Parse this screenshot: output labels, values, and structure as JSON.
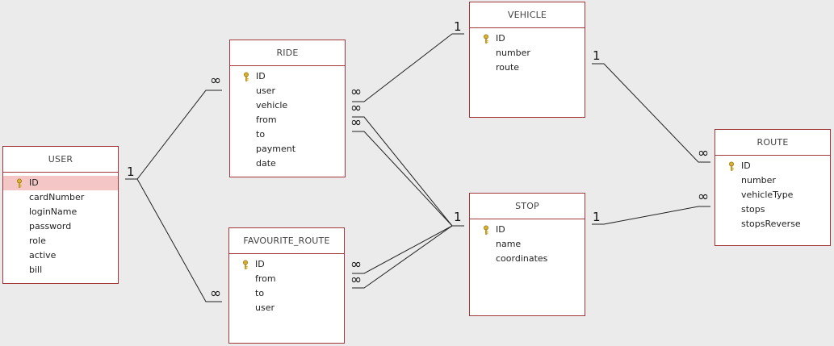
{
  "tables": {
    "user": {
      "title": "USER",
      "pk": "ID",
      "fields": [
        "cardNumber",
        "loginName",
        "password",
        "role",
        "active",
        "bill"
      ]
    },
    "ride": {
      "title": "RIDE",
      "pk": "ID",
      "fields": [
        "user",
        "vehicle",
        "from",
        "to",
        "payment",
        "date"
      ]
    },
    "favourite_route": {
      "title": "FAVOURITE_ROUTE",
      "pk": "ID",
      "fields": [
        "from",
        "to",
        "user"
      ]
    },
    "vehicle": {
      "title": "VEHICLE",
      "pk": "ID",
      "fields": [
        "number",
        "route"
      ]
    },
    "stop": {
      "title": "STOP",
      "pk": "ID",
      "fields": [
        "name",
        "coordinates"
      ]
    },
    "route": {
      "title": "ROUTE",
      "pk": "ID",
      "fields": [
        "number",
        "vehicleType",
        "stops",
        "stopsReverse"
      ]
    }
  },
  "relationships": [
    {
      "from": "USER",
      "to": "RIDE",
      "from_card": "1",
      "to_card": "∞"
    },
    {
      "from": "USER",
      "to": "FAVOURITE_ROUTE",
      "from_card": "1",
      "to_card": "∞"
    },
    {
      "from": "VEHICLE",
      "to": "RIDE",
      "from_card": "1",
      "to_card": "∞"
    },
    {
      "from": "STOP",
      "to": "RIDE",
      "from_card": "1",
      "to_card": "∞",
      "note": "from"
    },
    {
      "from": "STOP",
      "to": "RIDE",
      "from_card": "1",
      "to_card": "∞",
      "note": "to"
    },
    {
      "from": "STOP",
      "to": "FAVOURITE_ROUTE",
      "from_card": "1",
      "to_card": "∞",
      "note": "from"
    },
    {
      "from": "STOP",
      "to": "FAVOURITE_ROUTE",
      "from_card": "1",
      "to_card": "∞",
      "note": "to"
    },
    {
      "from": "VEHICLE",
      "to": "ROUTE",
      "from_card": "1",
      "to_card": "∞"
    },
    {
      "from": "STOP",
      "to": "ROUTE",
      "from_card": "1",
      "to_card": "∞"
    }
  ],
  "colors": {
    "border": "#a4373a",
    "selected_row": "#f4c7c6",
    "line": "#222222",
    "background": "#ebebeb",
    "key": "#c9a227"
  }
}
